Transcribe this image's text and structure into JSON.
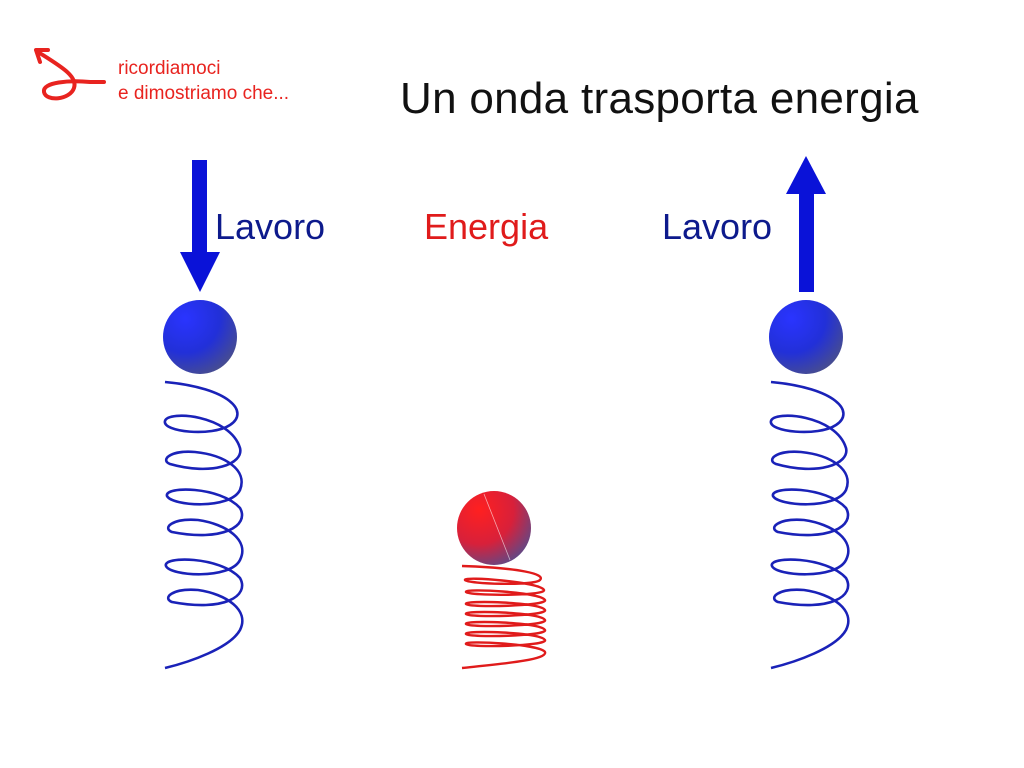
{
  "note": {
    "line1": "ricordiamoci",
    "line2": "e dimostriamo che..."
  },
  "title": "Un onda trasporta energia",
  "labels": {
    "left": "Lavoro",
    "middle": "Energia",
    "right": "Lavoro"
  },
  "colors": {
    "blue": "#0a12d8",
    "red": "#e01b1b",
    "spring_blue": "#1a22b8",
    "spring_red": "#e01b1b"
  },
  "icons": [
    "curl-arrow-icon",
    "arrow-down-icon",
    "arrow-up-icon"
  ]
}
